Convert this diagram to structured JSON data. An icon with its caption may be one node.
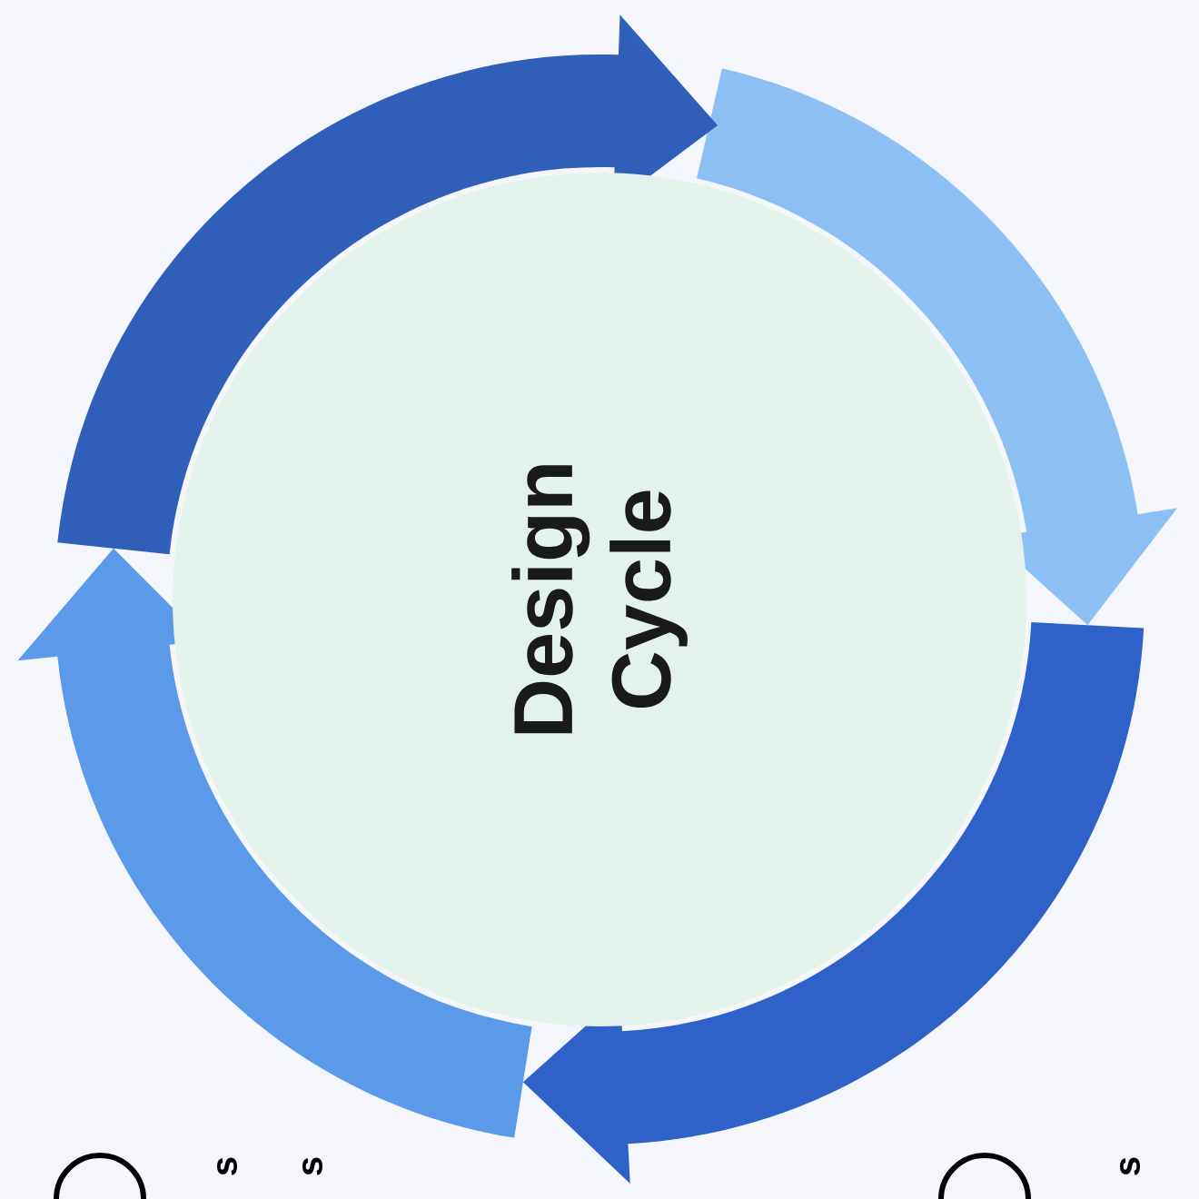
{
  "diagram": {
    "nodes": [
      {
        "text": [
          "Design Cycle"
        ]
      }
    ],
    "labels": [
      "s",
      "s",
      "s"
    ]
  }
}
